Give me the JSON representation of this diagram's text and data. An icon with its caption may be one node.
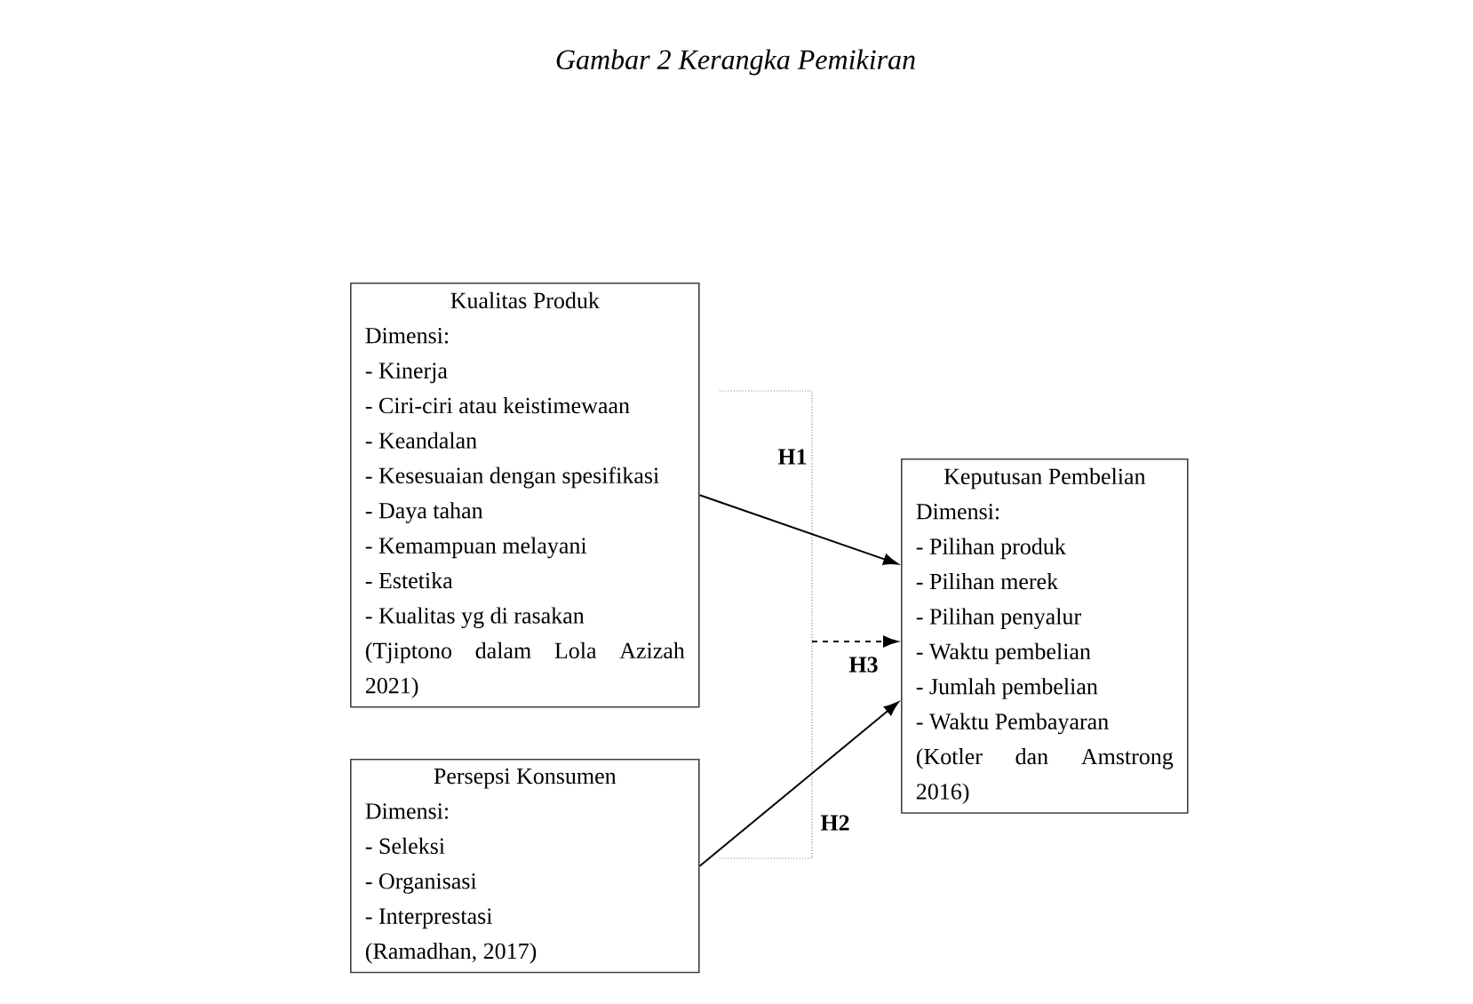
{
  "diagram": {
    "title": "Gambar 2 Kerangka Pemikiran",
    "nodes": [
      {
        "text": [
          "Kualitas Produk",
          "Dimensi:",
          "- Kinerja",
          "- Ciri-ciri atau keistimewaan",
          "- Keandalan",
          "- Kesesuaian dengan spesifikasi",
          "- Daya tahan",
          "- Kemampuan melayani",
          "- Estetika",
          "- Kualitas yg di rasakan",
          "(Tjiptono dalam Lola Azizah 2021)"
        ]
      },
      {
        "text": [
          "Persepsi Konsumen",
          "Dimensi:",
          "- Seleksi",
          "- Organisasi",
          "- Interprestasi",
          "(Ramadhan, 2017)"
        ]
      },
      {
        "text": [
          "Keputusan Pembelian",
          "Dimensi:",
          "- Pilihan produk",
          "- Pilihan merek",
          "- Pilihan penyalur",
          "- Waktu pembelian",
          "- Jumlah pembelian",
          "- Waktu Pembayaran",
          "(Kotler dan Amstrong 2016)"
        ]
      }
    ],
    "edges": [
      {
        "from": 0,
        "to": 2,
        "arrow": "to",
        "label": "H1"
      },
      {
        "from": 1,
        "to": 2,
        "arrow": "to",
        "label": "H2"
      },
      {
        "from": null,
        "to": 2,
        "arrow": "to",
        "label": "H3",
        "style": "dashed"
      }
    ]
  }
}
